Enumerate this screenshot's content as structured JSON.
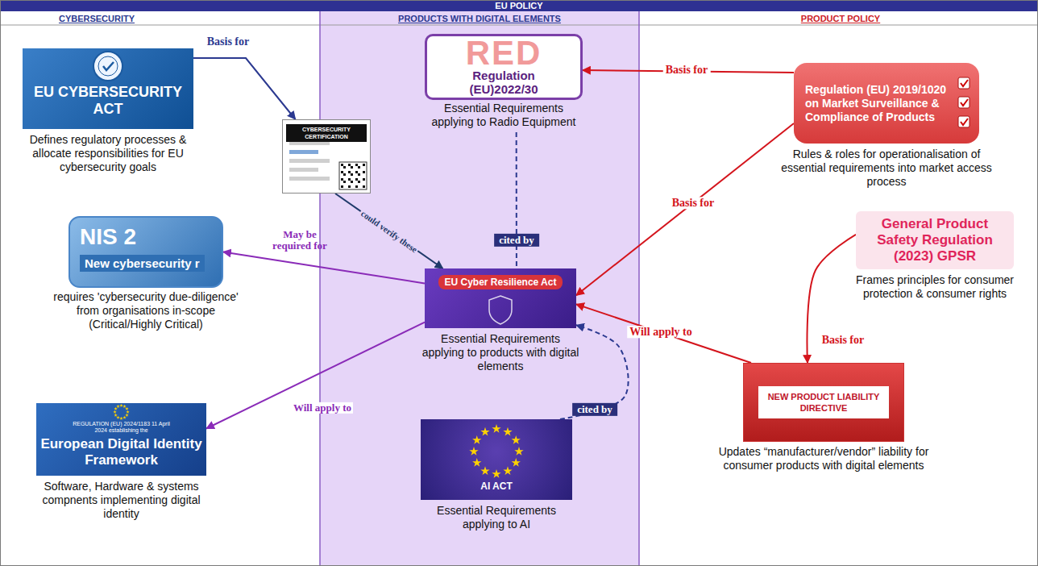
{
  "diagram": {
    "title": "EU POLICY",
    "nodes": [
      {
        "text": [
          "EU CYBERSECURITY ACT",
          "Defines regulatory processes & allocate responsibilities for EU cybersecurity goals"
        ]
      },
      {
        "text": [
          "CYBERSECURITY CERTIFICATION"
        ]
      },
      {
        "text": [
          "RED",
          "Regulation (EU)2022/30",
          "Essential Requirements applying to Radio Equipment"
        ]
      },
      {
        "text": [
          "Regulation (EU) 2019/1020 on Market Surveillance & Compliance of Products",
          "Rules & roles for operationalisation of essential requirements into market access process"
        ]
      },
      {
        "text": [
          "NIS 2",
          "New cybersecurity r",
          "requires 'cybersecurity due-diligence' from organisations in-scope (Critical/Highly Critical)"
        ]
      },
      {
        "text": [
          "EU Cyber Resilience Act",
          "Essential Requirements applying to products with digital elements"
        ]
      },
      {
        "text": [
          "General Product Safety Regulation (2023) GPSR",
          "Frames principles for consumer protection & consumer rights"
        ]
      },
      {
        "text": [
          "REGULATION (EU) 2024/1183 11 April 2024 establishing the",
          "European Digital Identity Framework",
          "Software, Hardware & systems compnents implementing digital identity"
        ]
      },
      {
        "text": [
          "AI ACT",
          "Essential Requirements applying to AI"
        ]
      },
      {
        "text": [
          "NEW PRODUCT LIABILITY DIRECTIVE",
          "Updates “manufacturer/vendor” liability for consumer products with digital elements"
        ]
      }
    ],
    "edges": [
      {
        "from": 0,
        "to": 1,
        "label": "Basis for",
        "arrow": "to"
      },
      {
        "from": 1,
        "to": 5,
        "label": "could verify these",
        "arrow": "to"
      },
      {
        "from": 3,
        "to": 2,
        "label": "Basis for",
        "arrow": "to"
      },
      {
        "from": 3,
        "to": 5,
        "label": "Basis for",
        "arrow": "to"
      },
      {
        "from": 2,
        "to": 5,
        "label": "cited by",
        "arrow": "none"
      },
      {
        "from": 5,
        "to": 4,
        "label": "May be required for",
        "arrow": "to"
      },
      {
        "from": 5,
        "to": 7,
        "label": "Will apply to",
        "arrow": "to"
      },
      {
        "from": 8,
        "to": 5,
        "label": "cited by",
        "arrow": "to"
      },
      {
        "from": 9,
        "to": 5,
        "label": "Will apply to",
        "arrow": "to"
      },
      {
        "from": 6,
        "to": 9,
        "label": "Basis for",
        "arrow": "to"
      }
    ],
    "labels": [
      "CYBERSECURITY",
      "PRODUCTS WITH DIGITAL ELEMENTS",
      "PRODUCT POLICY"
    ]
  }
}
